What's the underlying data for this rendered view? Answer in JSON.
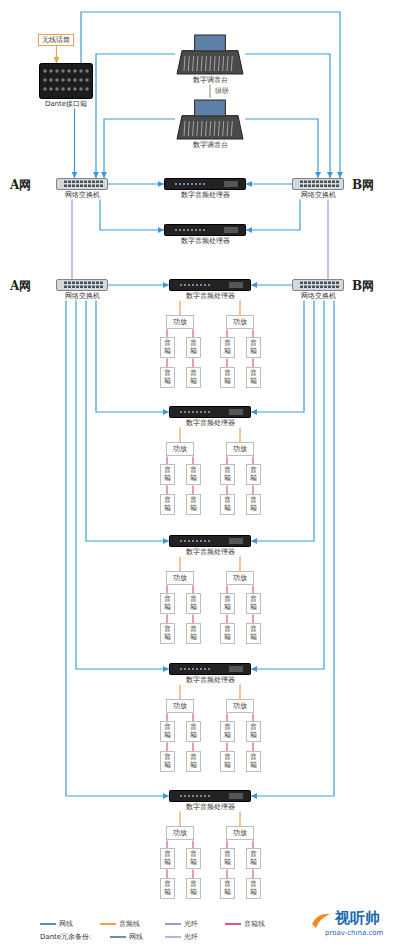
{
  "diagram": {
    "nodes": [
      {
        "text": [
          "无线话筒"
        ]
      },
      {
        "text": [
          "数字调音台"
        ]
      },
      {
        "text": [
          "Dante接口箱"
        ]
      },
      {
        "text": [
          "数字调音台"
        ]
      },
      {
        "text": [
          "网络交换机"
        ]
      },
      {
        "text": [
          "数字音频处理器"
        ]
      },
      {
        "text": [
          "网络交换机"
        ]
      },
      {
        "text": [
          "数字音频处理器"
        ]
      },
      {
        "text": [
          "网络交换机"
        ]
      },
      {
        "text": [
          "数字音频处理器"
        ]
      },
      {
        "text": [
          "网络交换机"
        ]
      },
      {
        "text": [
          "功放"
        ]
      },
      {
        "text": [
          "功放"
        ]
      },
      {
        "text": [
          "音箱"
        ]
      },
      {
        "text": [
          "音箱"
        ]
      },
      {
        "text": [
          "音箱"
        ]
      },
      {
        "text": [
          "音箱"
        ]
      },
      {
        "text": [
          "音箱"
        ]
      },
      {
        "text": [
          "音箱"
        ]
      },
      {
        "text": [
          "音箱"
        ]
      },
      {
        "text": [
          "音箱"
        ]
      },
      {
        "text": [
          "数字音频处理器"
        ]
      },
      {
        "text": [
          "功放"
        ]
      },
      {
        "text": [
          "功放"
        ]
      },
      {
        "text": [
          "音箱"
        ]
      },
      {
        "text": [
          "音箱"
        ]
      },
      {
        "text": [
          "音箱"
        ]
      },
      {
        "text": [
          "音箱"
        ]
      },
      {
        "text": [
          "音箱"
        ]
      },
      {
        "text": [
          "音箱"
        ]
      },
      {
        "text": [
          "音箱"
        ]
      },
      {
        "text": [
          "音箱"
        ]
      },
      {
        "text": [
          "数字音频处理器"
        ]
      },
      {
        "text": [
          "功放"
        ]
      },
      {
        "text": [
          "功放"
        ]
      },
      {
        "text": [
          "音箱"
        ]
      },
      {
        "text": [
          "音箱"
        ]
      },
      {
        "text": [
          "音箱"
        ]
      },
      {
        "text": [
          "音箱"
        ]
      },
      {
        "text": [
          "音箱"
        ]
      },
      {
        "text": [
          "音箱"
        ]
      },
      {
        "text": [
          "音箱"
        ]
      },
      {
        "text": [
          "音箱"
        ]
      },
      {
        "text": [
          "数字音频处理器"
        ]
      },
      {
        "text": [
          "功放"
        ]
      },
      {
        "text": [
          "功放"
        ]
      },
      {
        "text": [
          "音箱"
        ]
      },
      {
        "text": [
          "音箱"
        ]
      },
      {
        "text": [
          "音箱"
        ]
      },
      {
        "text": [
          "音箱"
        ]
      },
      {
        "text": [
          "音箱"
        ]
      },
      {
        "text": [
          "音箱"
        ]
      },
      {
        "text": [
          "音箱"
        ]
      },
      {
        "text": [
          "音箱"
        ]
      },
      {
        "text": [
          "数字音频处理器"
        ]
      },
      {
        "text": [
          "功放"
        ]
      },
      {
        "text": [
          "功放"
        ]
      },
      {
        "text": [
          "音箱"
        ]
      },
      {
        "text": [
          "音箱"
        ]
      },
      {
        "text": [
          "音箱"
        ]
      },
      {
        "text": [
          "音箱"
        ]
      },
      {
        "text": [
          "音箱"
        ]
      },
      {
        "text": [
          "音箱"
        ]
      },
      {
        "text": [
          "音箱"
        ]
      },
      {
        "text": [
          "音箱"
        ]
      }
    ],
    "edges": [
      {
        "from": 0,
        "to": 2,
        "arrow": "to"
      },
      {
        "from": 2,
        "to": 4,
        "arrow": "to"
      },
      {
        "from": 2,
        "to": 6,
        "arrow": "to"
      },
      {
        "from": 1,
        "to": 4,
        "arrow": "to"
      },
      {
        "from": 1,
        "to": 6,
        "arrow": "to"
      },
      {
        "from": 3,
        "to": 4,
        "arrow": "to"
      },
      {
        "from": 3,
        "to": 6,
        "arrow": "to"
      },
      {
        "from": 1,
        "to": 3,
        "arrow": "none",
        "label": "级联"
      },
      {
        "from": 4,
        "to": 5,
        "arrow": "to"
      },
      {
        "from": 6,
        "to": 5,
        "arrow": "to"
      },
      {
        "from": 4,
        "to": 7,
        "arrow": "to"
      },
      {
        "from": 6,
        "to": 7,
        "arrow": "to"
      },
      {
        "from": 4,
        "to": 8,
        "arrow": "none"
      },
      {
        "from": 6,
        "to": 10,
        "arrow": "none"
      },
      {
        "from": 8,
        "to": 9,
        "arrow": "to"
      },
      {
        "from": 10,
        "to": 9,
        "arrow": "to"
      },
      {
        "from": 9,
        "to": 11,
        "arrow": "none"
      },
      {
        "from": 9,
        "to": 12,
        "arrow": "none"
      },
      {
        "from": 11,
        "to": 13,
        "arrow": "none"
      },
      {
        "from": 11,
        "to": 14,
        "arrow": "none"
      },
      {
        "from": 12,
        "to": 15,
        "arrow": "none"
      },
      {
        "from": 12,
        "to": 16,
        "arrow": "none"
      },
      {
        "from": 13,
        "to": 17,
        "arrow": "none"
      },
      {
        "from": 14,
        "to": 18,
        "arrow": "none"
      },
      {
        "from": 15,
        "to": 19,
        "arrow": "none"
      },
      {
        "from": 16,
        "to": 20,
        "arrow": "none"
      },
      {
        "from": 8,
        "to": 21,
        "arrow": "to"
      },
      {
        "from": 10,
        "to": 21,
        "arrow": "to"
      },
      {
        "from": 21,
        "to": 22,
        "arrow": "none"
      },
      {
        "from": 21,
        "to": 23,
        "arrow": "none"
      },
      {
        "from": 22,
        "to": 24,
        "arrow": "none"
      },
      {
        "from": 22,
        "to": 25,
        "arrow": "none"
      },
      {
        "from": 23,
        "to": 26,
        "arrow": "none"
      },
      {
        "from": 23,
        "to": 27,
        "arrow": "none"
      },
      {
        "from": 24,
        "to": 28,
        "arrow": "none"
      },
      {
        "from": 25,
        "to": 29,
        "arrow": "none"
      },
      {
        "from": 26,
        "to": 30,
        "arrow": "none"
      },
      {
        "from": 27,
        "to": 31,
        "arrow": "none"
      },
      {
        "from": 8,
        "to": 32,
        "arrow": "to"
      },
      {
        "from": 10,
        "to": 32,
        "arrow": "to"
      },
      {
        "from": 32,
        "to": 33,
        "arrow": "none"
      },
      {
        "from": 32,
        "to": 34,
        "arrow": "none"
      },
      {
        "from": 33,
        "to": 35,
        "arrow": "none"
      },
      {
        "from": 33,
        "to": 36,
        "arrow": "none"
      },
      {
        "from": 34,
        "to": 37,
        "arrow": "none"
      },
      {
        "from": 34,
        "to": 38,
        "arrow": "none"
      },
      {
        "from": 35,
        "to": 39,
        "arrow": "none"
      },
      {
        "from": 36,
        "to": 40,
        "arrow": "none"
      },
      {
        "from": 37,
        "to": 41,
        "arrow": "none"
      },
      {
        "from": 38,
        "to": 42,
        "arrow": "none"
      },
      {
        "from": 8,
        "to": 43,
        "arrow": "to"
      },
      {
        "from": 10,
        "to": 43,
        "arrow": "to"
      },
      {
        "from": 43,
        "to": 44,
        "arrow": "none"
      },
      {
        "from": 43,
        "to": 45,
        "arrow": "none"
      },
      {
        "from": 44,
        "to": 46,
        "arrow": "none"
      },
      {
        "from": 44,
        "to": 47,
        "arrow": "none"
      },
      {
        "from": 45,
        "to": 48,
        "arrow": "none"
      },
      {
        "from": 45,
        "to": 49,
        "arrow": "none"
      },
      {
        "from": 46,
        "to": 50,
        "arrow": "none"
      },
      {
        "from": 47,
        "to": 51,
        "arrow": "none"
      },
      {
        "from": 48,
        "to": 52,
        "arrow": "none"
      },
      {
        "from": 49,
        "to": 53,
        "arrow": "none"
      },
      {
        "from": 8,
        "to": 54,
        "arrow": "to"
      },
      {
        "from": 10,
        "to": 54,
        "arrow": "to"
      },
      {
        "from": 54,
        "to": 55,
        "arrow": "none"
      },
      {
        "from": 54,
        "to": 56,
        "arrow": "none"
      },
      {
        "from": 55,
        "to": 57,
        "arrow": "none"
      },
      {
        "from": 55,
        "to": 58,
        "arrow": "none"
      },
      {
        "from": 56,
        "to": 59,
        "arrow": "none"
      },
      {
        "from": 56,
        "to": 60,
        "arrow": "none"
      },
      {
        "from": 57,
        "to": 61,
        "arrow": "none"
      },
      {
        "from": 58,
        "to": 62,
        "arrow": "none"
      },
      {
        "from": 59,
        "to": 63,
        "arrow": "none"
      },
      {
        "from": 60,
        "to": 64,
        "arrow": "none"
      }
    ],
    "labels": [
      "A网",
      "B网",
      "A网",
      "B网",
      "Dante冗余备份:",
      "视听帅",
      "proav-china.com"
    ],
    "legend": [
      {
        "text": "网线",
        "color": "#3b9bd6"
      },
      {
        "text": "音频线",
        "color": "#f0a048"
      },
      {
        "text": "光纤",
        "color": "#9c97cc"
      },
      {
        "text": "音箱线",
        "color": "#d9578f"
      },
      {
        "text": "网线",
        "color": "#6a8fb0"
      },
      {
        "text": "光纤",
        "color": "#b8b4d8"
      }
    ]
  }
}
